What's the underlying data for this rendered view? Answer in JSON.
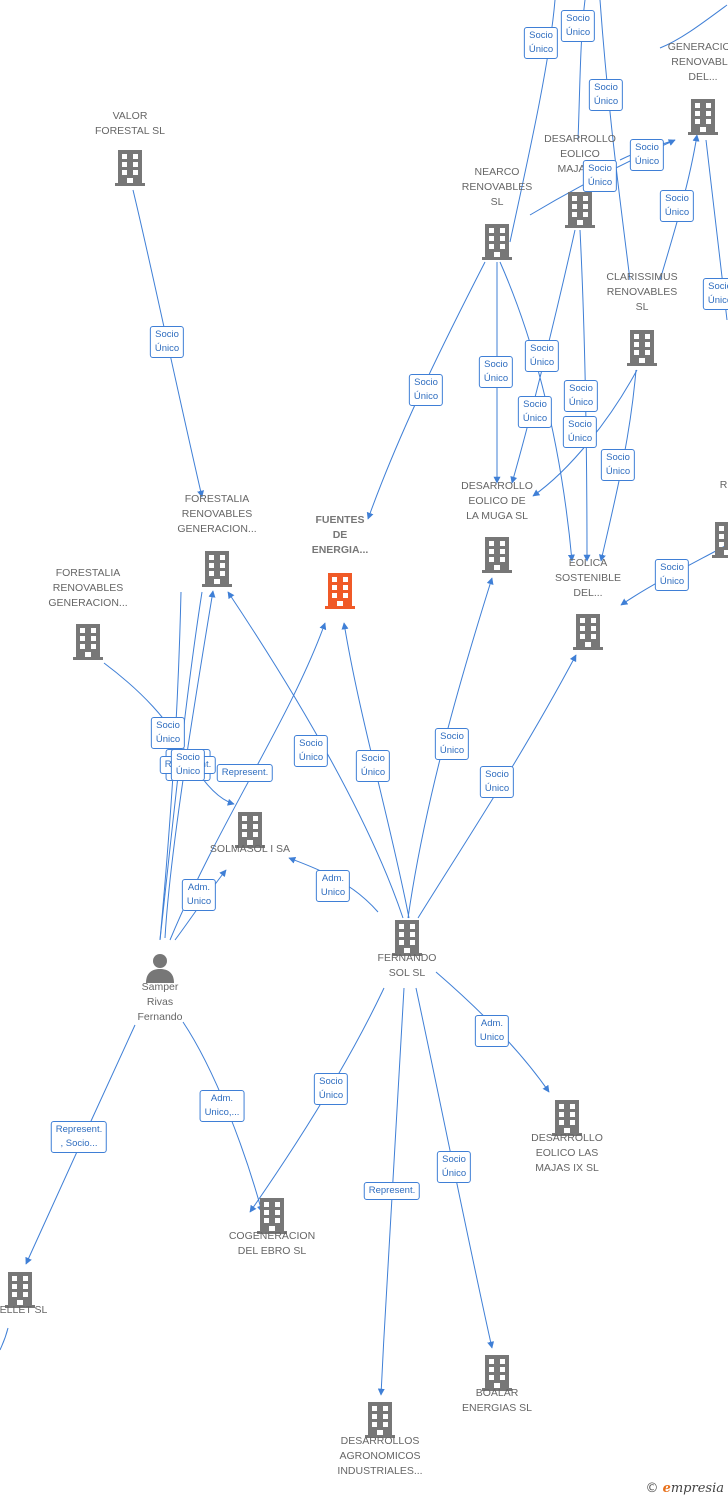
{
  "colors": {
    "edge": "#3f7fd6",
    "company_icon": "#777777",
    "focus_icon": "#f05a28",
    "person_icon": "#777777",
    "text": "#666666",
    "brand_accent": "#e8701a"
  },
  "icons": {
    "company": "building-icon",
    "person": "person-icon"
  },
  "nodes": [
    {
      "id": "valor",
      "label": "VALOR\nFORESTAL SL",
      "type": "company"
    },
    {
      "id": "nearco",
      "label": "NEARCO\nRENOVABLES\nSL",
      "type": "company"
    },
    {
      "id": "desmajasx",
      "label": "DESARROLLO\nEOLICO\nMAJAS X",
      "type": "company"
    },
    {
      "id": "generacion",
      "label": "GENERACION\nRENOVABLE\nDEL...",
      "type": "company"
    },
    {
      "id": "clarissimus",
      "label": "CLARISSIMUS\nRENOVABLES\nSL",
      "type": "company"
    },
    {
      "id": "forestalia1",
      "label": "FORESTALIA\nRENOVABLES\nGENERACION...",
      "type": "company"
    },
    {
      "id": "fuentes",
      "label": "FUENTES\nDE\nENERGIA...",
      "type": "focus"
    },
    {
      "id": "muga",
      "label": "DESARROLLO\nEOLICO DE\nLA MUGA SL",
      "type": "company"
    },
    {
      "id": "eolica",
      "label": "EOLICA\nSOSTENIBLE\nDEL...",
      "type": "company"
    },
    {
      "id": "re",
      "label": "RE",
      "type": "company"
    },
    {
      "id": "forestalia2",
      "label": "FORESTALIA\nRENOVABLES\nGENERACION...",
      "type": "company"
    },
    {
      "id": "solmasol",
      "label": "SOLMASOL I SA",
      "type": "company"
    },
    {
      "id": "fernando",
      "label": "FERNANDO\nSOL SL",
      "type": "company"
    },
    {
      "id": "samper",
      "label": "Samper\nRivas\nFernando",
      "type": "person"
    },
    {
      "id": "majasix",
      "label": "DESARROLLO\nEOLICO LAS\nMAJAS IX  SL",
      "type": "company"
    },
    {
      "id": "cogeneracion",
      "label": "COGENERACION\nDEL EBRO  SL",
      "type": "company"
    },
    {
      "id": "pellet",
      "label": "PELLET  SL",
      "type": "company"
    },
    {
      "id": "boalar",
      "label": "BOALAR\nENERGIAS  SL",
      "type": "company"
    },
    {
      "id": "agronomicos",
      "label": "DESARROLLOS\nAGRONOMICOS\nINDUSTRIALES...",
      "type": "company"
    }
  ],
  "edges": [
    {
      "label": "Socio\nÚnico"
    },
    {
      "label": "Socio\nÚnico"
    },
    {
      "label": "Socio\nÚnico"
    },
    {
      "label": "Socio\nÚnico"
    },
    {
      "label": "Socio\nÚnico"
    },
    {
      "label": "Socio\nÚnico"
    },
    {
      "label": "Socio\nÚnico"
    },
    {
      "label": "Socio\nÚnico"
    },
    {
      "label": "Socio\nÚnico"
    },
    {
      "label": "Socio\nÚnico"
    },
    {
      "label": "Socio\nÚnico"
    },
    {
      "label": "Socio\nÚnico"
    },
    {
      "label": "Socio\nÚnico"
    },
    {
      "label": "Socio\nÚnico"
    },
    {
      "label": "Socio\nÚnico"
    },
    {
      "label": "Socio\nÚnico"
    },
    {
      "label": "Socio\nÚnico"
    },
    {
      "label": "Socio\nÚnico"
    },
    {
      "label": "Socio\nÚnico"
    },
    {
      "label": "Socio\nÚnico"
    },
    {
      "label": "Adm.\nUnico"
    },
    {
      "label": "Represent."
    },
    {
      "label": "Adm.\nUnico,..."
    },
    {
      "label": "Adm.\nUnico"
    },
    {
      "label": "Represent."
    },
    {
      "label": "Adm.\nUnico"
    },
    {
      "label": "Socio\nÚnico"
    },
    {
      "label": "Adm.\nUnico,..."
    },
    {
      "label": "Represent.\n, Socio..."
    },
    {
      "label": "Represent."
    },
    {
      "label": "Socio\nÚnico"
    },
    {
      "label": "Socio\nÚnico"
    },
    {
      "label": "Socio\nÚnico"
    },
    {
      "label": "Socio\nÚnico"
    },
    {
      "label": "Socio\nÚnico"
    }
  ],
  "brand": {
    "copyright": "©",
    "initial": "e",
    "rest": "mpresia"
  }
}
